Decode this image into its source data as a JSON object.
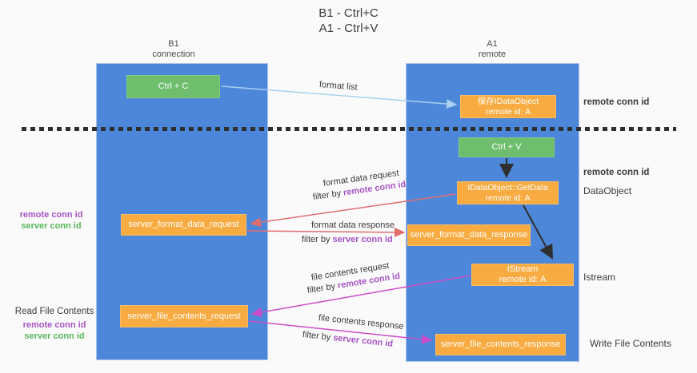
{
  "title": {
    "line1": "B1 - Ctrl+C",
    "line2": "A1 - Ctrl+V"
  },
  "lanes": {
    "left": {
      "title": "B1",
      "subtitle": "connection"
    },
    "right": {
      "title": "A1",
      "subtitle": "remote"
    }
  },
  "boxes": {
    "ctrl_c": {
      "label": "Ctrl + C"
    },
    "ctrl_v": {
      "label": "Ctrl + V"
    },
    "save_idataobject": {
      "line1": "保存IDataObject",
      "line2": "remote id: A"
    },
    "getdata": {
      "line1": "IDataObject::GetData",
      "line2": "remote id: A"
    },
    "istream": {
      "line1": "IStream",
      "line2": "remote id: A"
    },
    "server_format_data_request": {
      "label": "server_format_data_request"
    },
    "server_format_data_response": {
      "label": "server_format_data_response"
    },
    "server_file_contents_request": {
      "label": "server_file_contents_request"
    },
    "server_file_contents_response": {
      "label": "server_file_contents_response"
    }
  },
  "arrows": {
    "format_list": {
      "label": "format list"
    },
    "format_data_request": {
      "label": "format data request",
      "filter_prefix": "filter by",
      "filter_key": "remote conn id"
    },
    "format_data_response": {
      "label": "format data response",
      "filter_prefix": "filter by",
      "filter_key": "server conn id"
    },
    "file_contents_request": {
      "label": "file contents request",
      "filter_prefix": "filter by",
      "filter_key": "remote conn id"
    },
    "file_contents_response": {
      "label": "file contents response",
      "filter_prefix": "filter by",
      "filter_key": "server conn id"
    }
  },
  "annotations": {
    "right_remote_conn_id_top": "remote conn id",
    "right_remote_conn_id_mid": "remote conn id",
    "right_dataobject": "DataObject",
    "right_istream": "Istream",
    "right_write_file_contents": "Write File Contents",
    "left_remote_conn_id": "remote conn id",
    "left_server_conn_id": "server conn id",
    "left_read_file_contents": "Read File Contents"
  },
  "colors": {
    "lane_blue": "#4d87d9",
    "box_orange": "#f7ab40",
    "box_green": "#6ebe6e",
    "purple_text": "#a653c5",
    "green_text": "#57b75b",
    "light_blue_arrow": "#a8d2ef",
    "red_arrow": "#e06e6e",
    "magenta_arrow": "#cb4dc9",
    "black_arrow": "#2e2e2e",
    "background": "#fafafa"
  }
}
